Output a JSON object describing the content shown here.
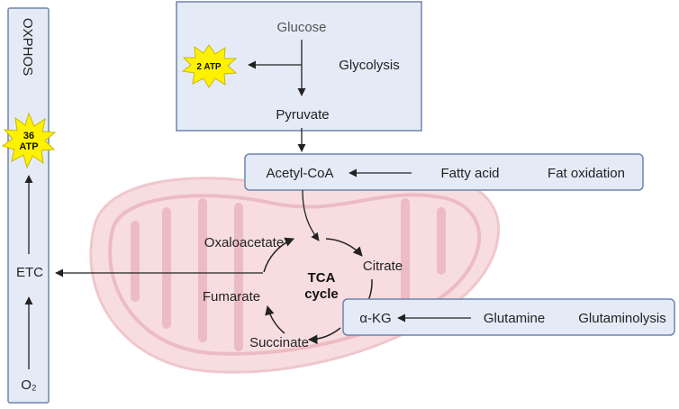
{
  "colors": {
    "box_fill": "#e4ebf7",
    "box_stroke": "#6f84ad",
    "arrow": "#222222",
    "starburst": "#fff200",
    "mitochondrion": "#f7dde0",
    "mitochondrion_cristae": "#ecbcc2"
  },
  "labels": {
    "oxphos": "OXPHOS",
    "atp36_line1": "36",
    "atp36_line2": "ATP",
    "etc": "ETC",
    "o2": "O₂",
    "glucose": "Glucose",
    "glycolysis": "Glycolysis",
    "atp2": "2 ATP",
    "pyruvate": "Pyruvate",
    "acetyl_coa": "Acetyl-CoA",
    "fatty_acid": "Fatty acid",
    "fat_oxidation": "Fat oxidation",
    "oxaloacetate": "Oxaloacetate",
    "citrate": "Citrate",
    "tca_line1": "TCA",
    "tca_line2": "cycle",
    "fumarate": "Fumarate",
    "alpha_kg": "α-KG",
    "succinate": "Succinate",
    "glutamine": "Glutamine",
    "glutaminolysis": "Glutaminolysis"
  },
  "icons": {
    "atp_badge": "starburst-icon",
    "organelle": "mitochondrion-icon"
  }
}
